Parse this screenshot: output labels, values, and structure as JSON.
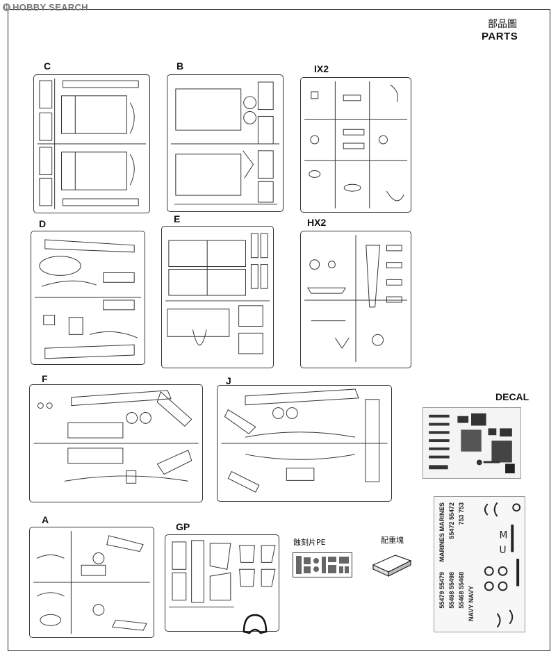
{
  "watermark": "HOBBY SEARCH",
  "header": {
    "title_cn": "部品圖",
    "title_en": "PARTS"
  },
  "sprues": [
    {
      "label": "C"
    },
    {
      "label": "B"
    },
    {
      "label": "IX2"
    },
    {
      "label": "D"
    },
    {
      "label": "E"
    },
    {
      "label": "HX2"
    },
    {
      "label": "F"
    },
    {
      "label": "J"
    },
    {
      "label": "A"
    },
    {
      "label": "GP"
    }
  ],
  "extras": {
    "decal_label": "DECAL",
    "pe_label": "蝕刻片PE",
    "stand_label": "配重塊"
  },
  "decal_texts": [
    "MARINES MARINES",
    "55472 55472",
    "55479 55479",
    "55498 55498",
    "55468 55468",
    "NAVY NAVY",
    "753 753"
  ]
}
